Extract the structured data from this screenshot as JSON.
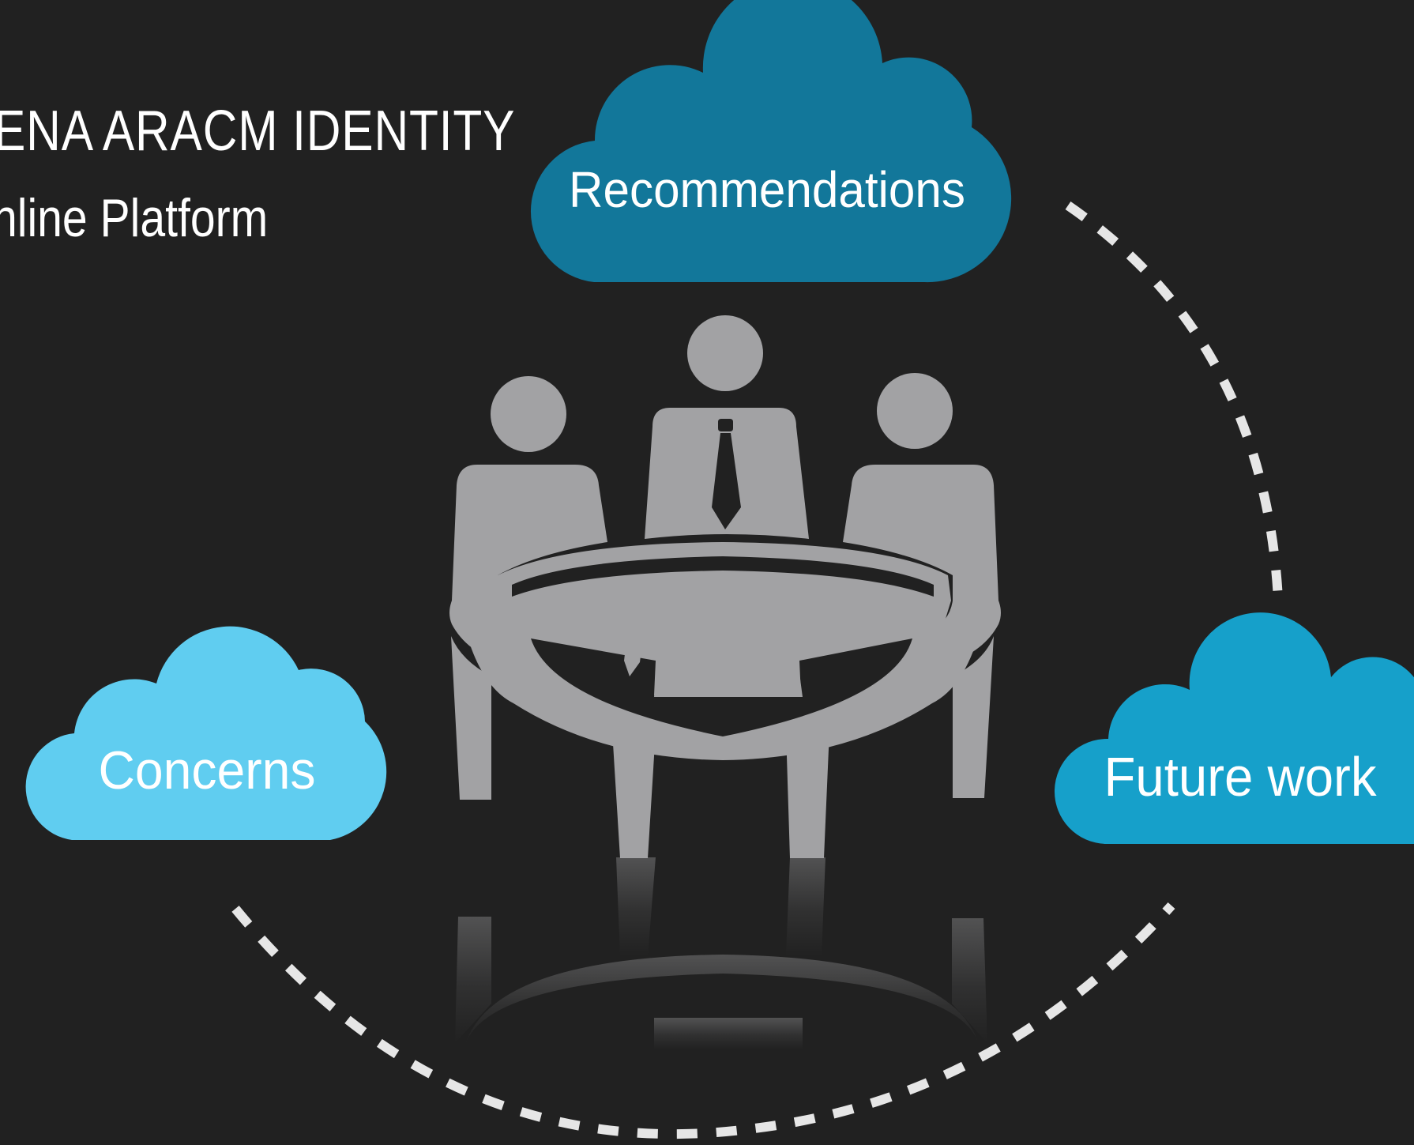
{
  "title": {
    "line1": "ENA ARACM IDENTITY",
    "line2": "nline Platform"
  },
  "clouds": {
    "recommendations": {
      "label": "Recommendations",
      "color": "#12779a"
    },
    "concerns": {
      "label": "Concerns",
      "color": "#60cdf0"
    },
    "future_work": {
      "label": "Future work",
      "color": "#16a0ca"
    }
  },
  "colors": {
    "background": "#212121",
    "figure": "#a2a2a4",
    "dashed_ring": "#e6e6e6"
  },
  "illustration": {
    "icon": "meeting-table-icon"
  }
}
